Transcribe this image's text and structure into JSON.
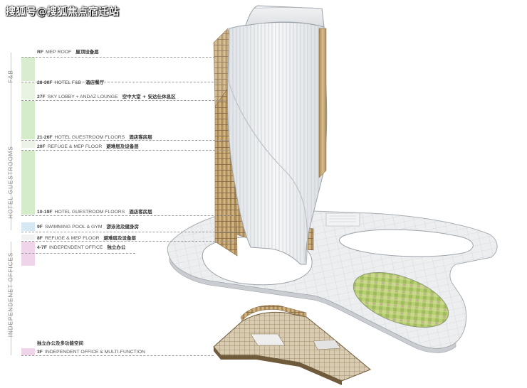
{
  "watermark": "搜狐号@搜狐焦点宿迁站",
  "sections": {
    "fb": "F&B",
    "hotel": "HOTEL GUESTROOMS",
    "office": "INDEPENDENET OFFICES"
  },
  "levels": [
    {
      "code": "RF",
      "en": "MEP ROOF",
      "cn": "屋顶设备层"
    },
    {
      "code": "28-30F",
      "en": "HOTEL F&B",
      "cn": "酒店餐厅"
    },
    {
      "code": "27F",
      "en": "SKY LOBBY + ANDAZ LOUNGE",
      "cn": "空中大堂 + 安达仕休息区"
    },
    {
      "code": "21-26F",
      "en": "HOTEL GUESTROOM FLOORS",
      "cn": "酒店客房层"
    },
    {
      "code": "20F",
      "en": "REFUGE & MEP FLOOR",
      "cn": "避难层及设备层"
    },
    {
      "code": "10-19F",
      "en": "HOTEL GUESTROOM FLOORS",
      "cn": "酒店客房层"
    },
    {
      "code": "9F",
      "en": "SWIMMING POOL & GYM",
      "cn": "游泳池及健身房"
    },
    {
      "code": "8F",
      "en": "REFUGE & MEP FLOOR",
      "cn": "避难层及设备层"
    },
    {
      "code": "4-7F",
      "en": "INDEPENDENT OFFICE",
      "cn": "独立办公"
    },
    {
      "code": "3F",
      "en": "INDEPENDENT OFFICE & MULTI-FUNCTION",
      "cn": "独立办公及多功能空间"
    }
  ],
  "colors": {
    "fb": "#d9ecd0",
    "guestroom": "#d4ecc9",
    "pool": "#d6e8f4",
    "office": "#f0d4ea",
    "facade": "#c8a876",
    "glass": "#eef1f4"
  }
}
